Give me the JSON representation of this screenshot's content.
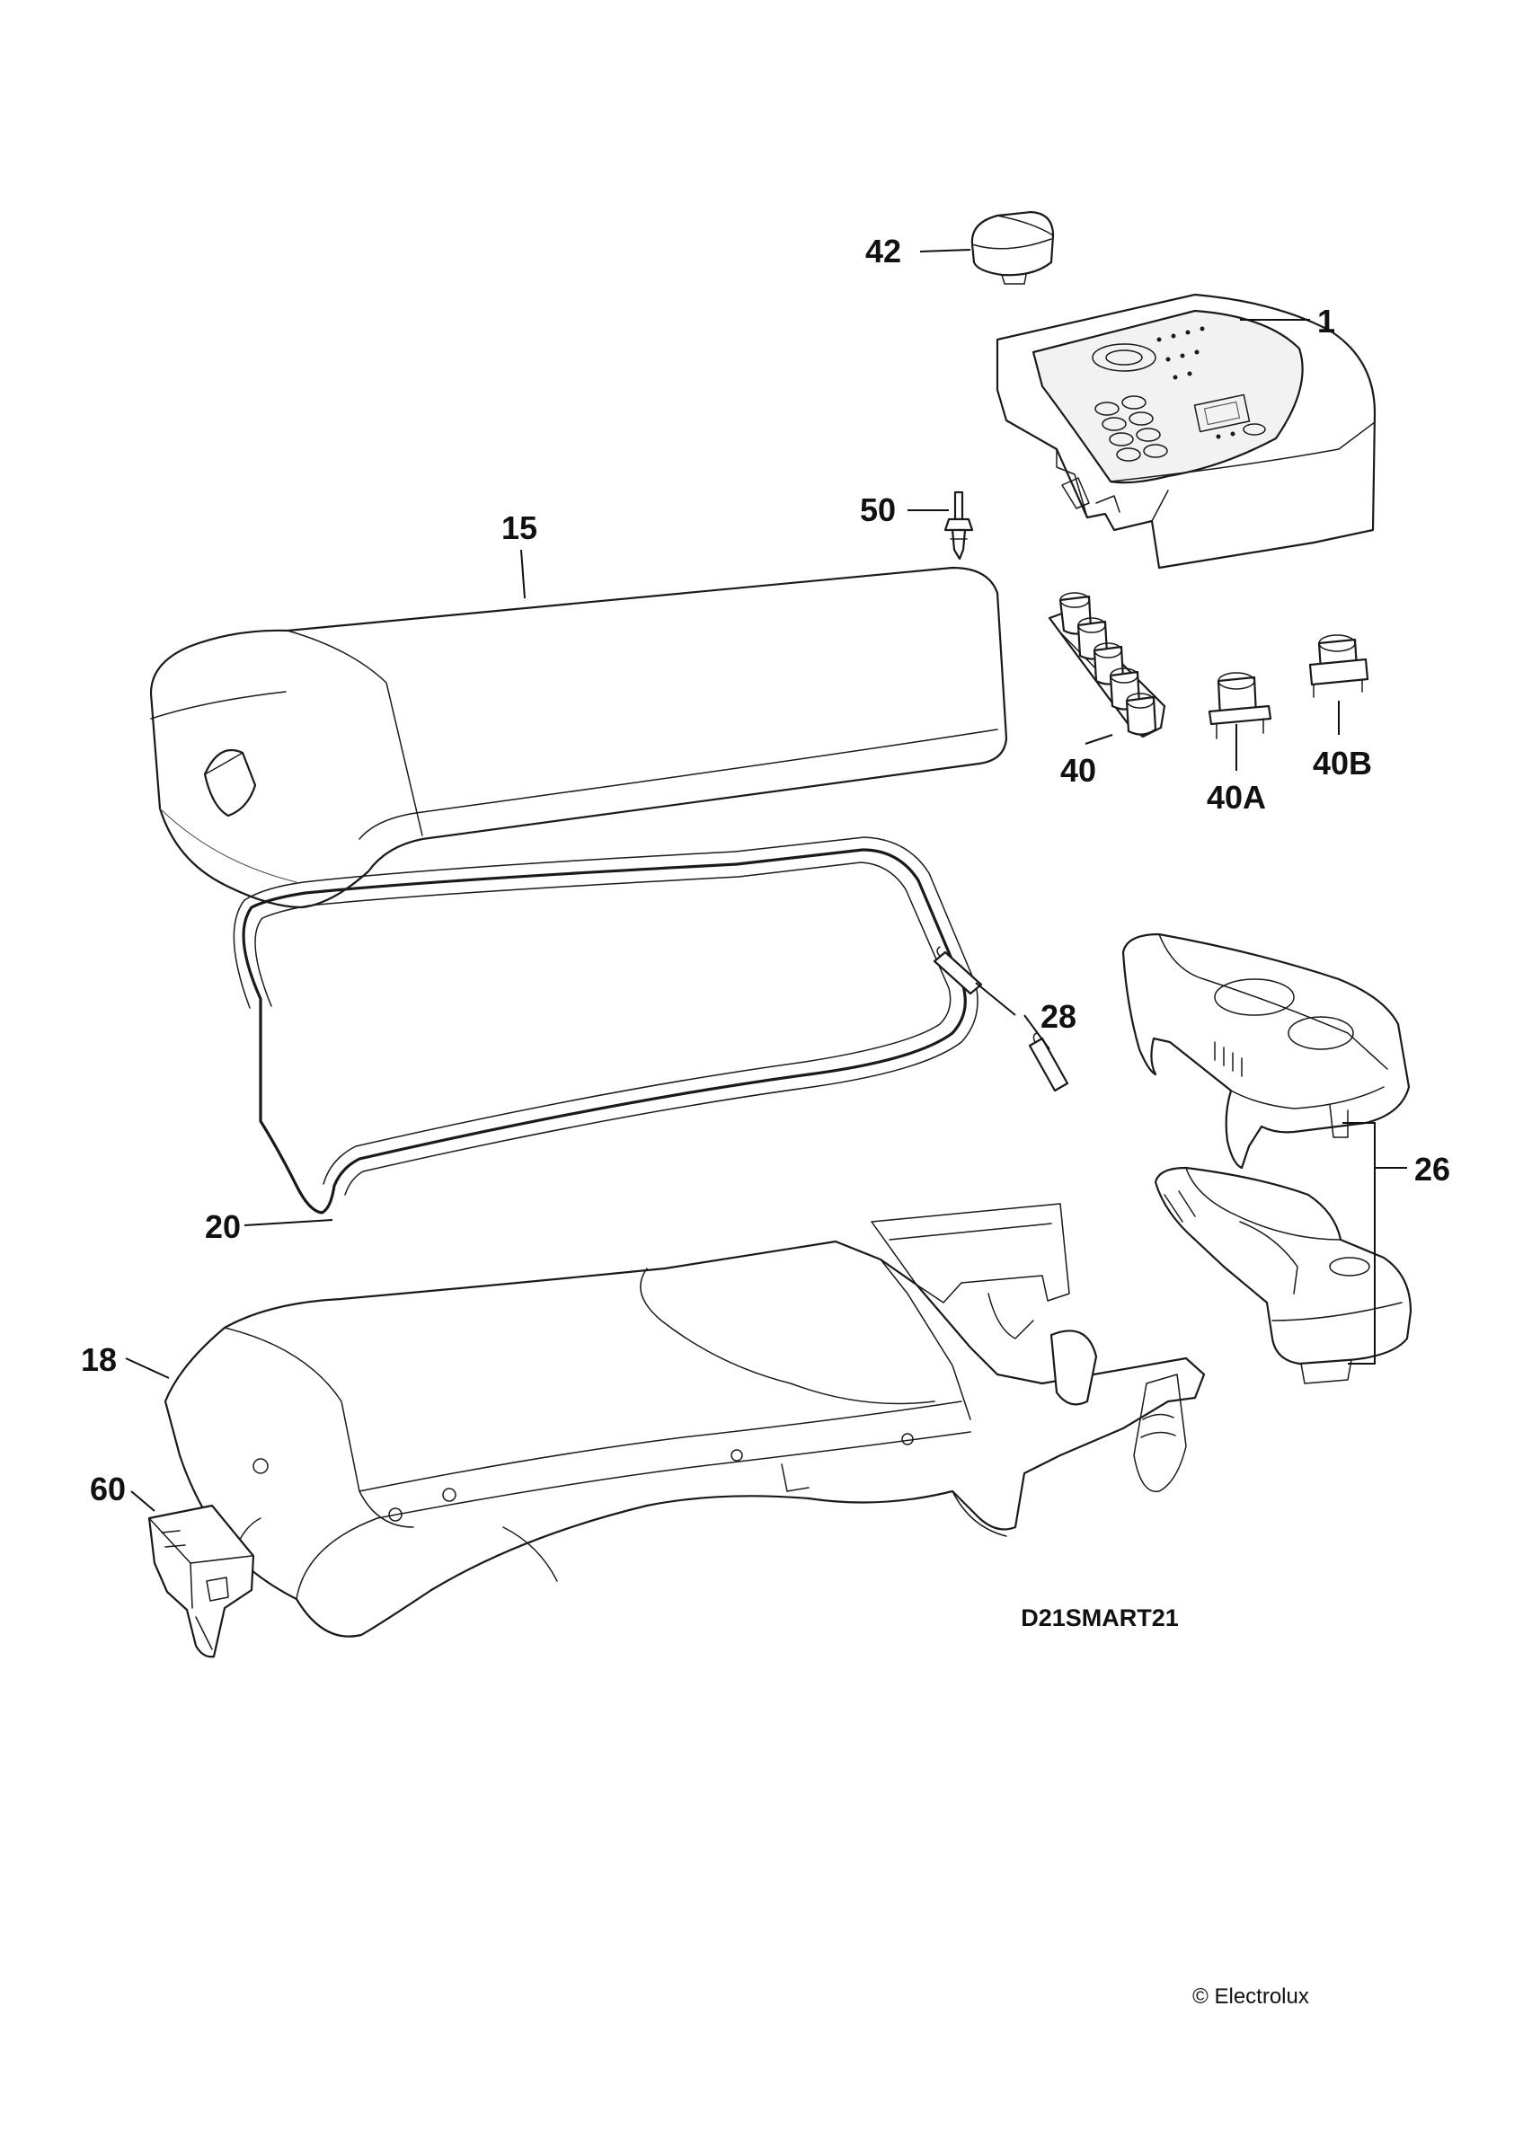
{
  "diagram": {
    "callouts": [
      "42",
      "1",
      "50",
      "15",
      "40",
      "40A",
      "40B",
      "28",
      "26",
      "20",
      "18",
      "60"
    ],
    "drawing_code": "D21SMART21",
    "copyright": "© Electrolux"
  }
}
